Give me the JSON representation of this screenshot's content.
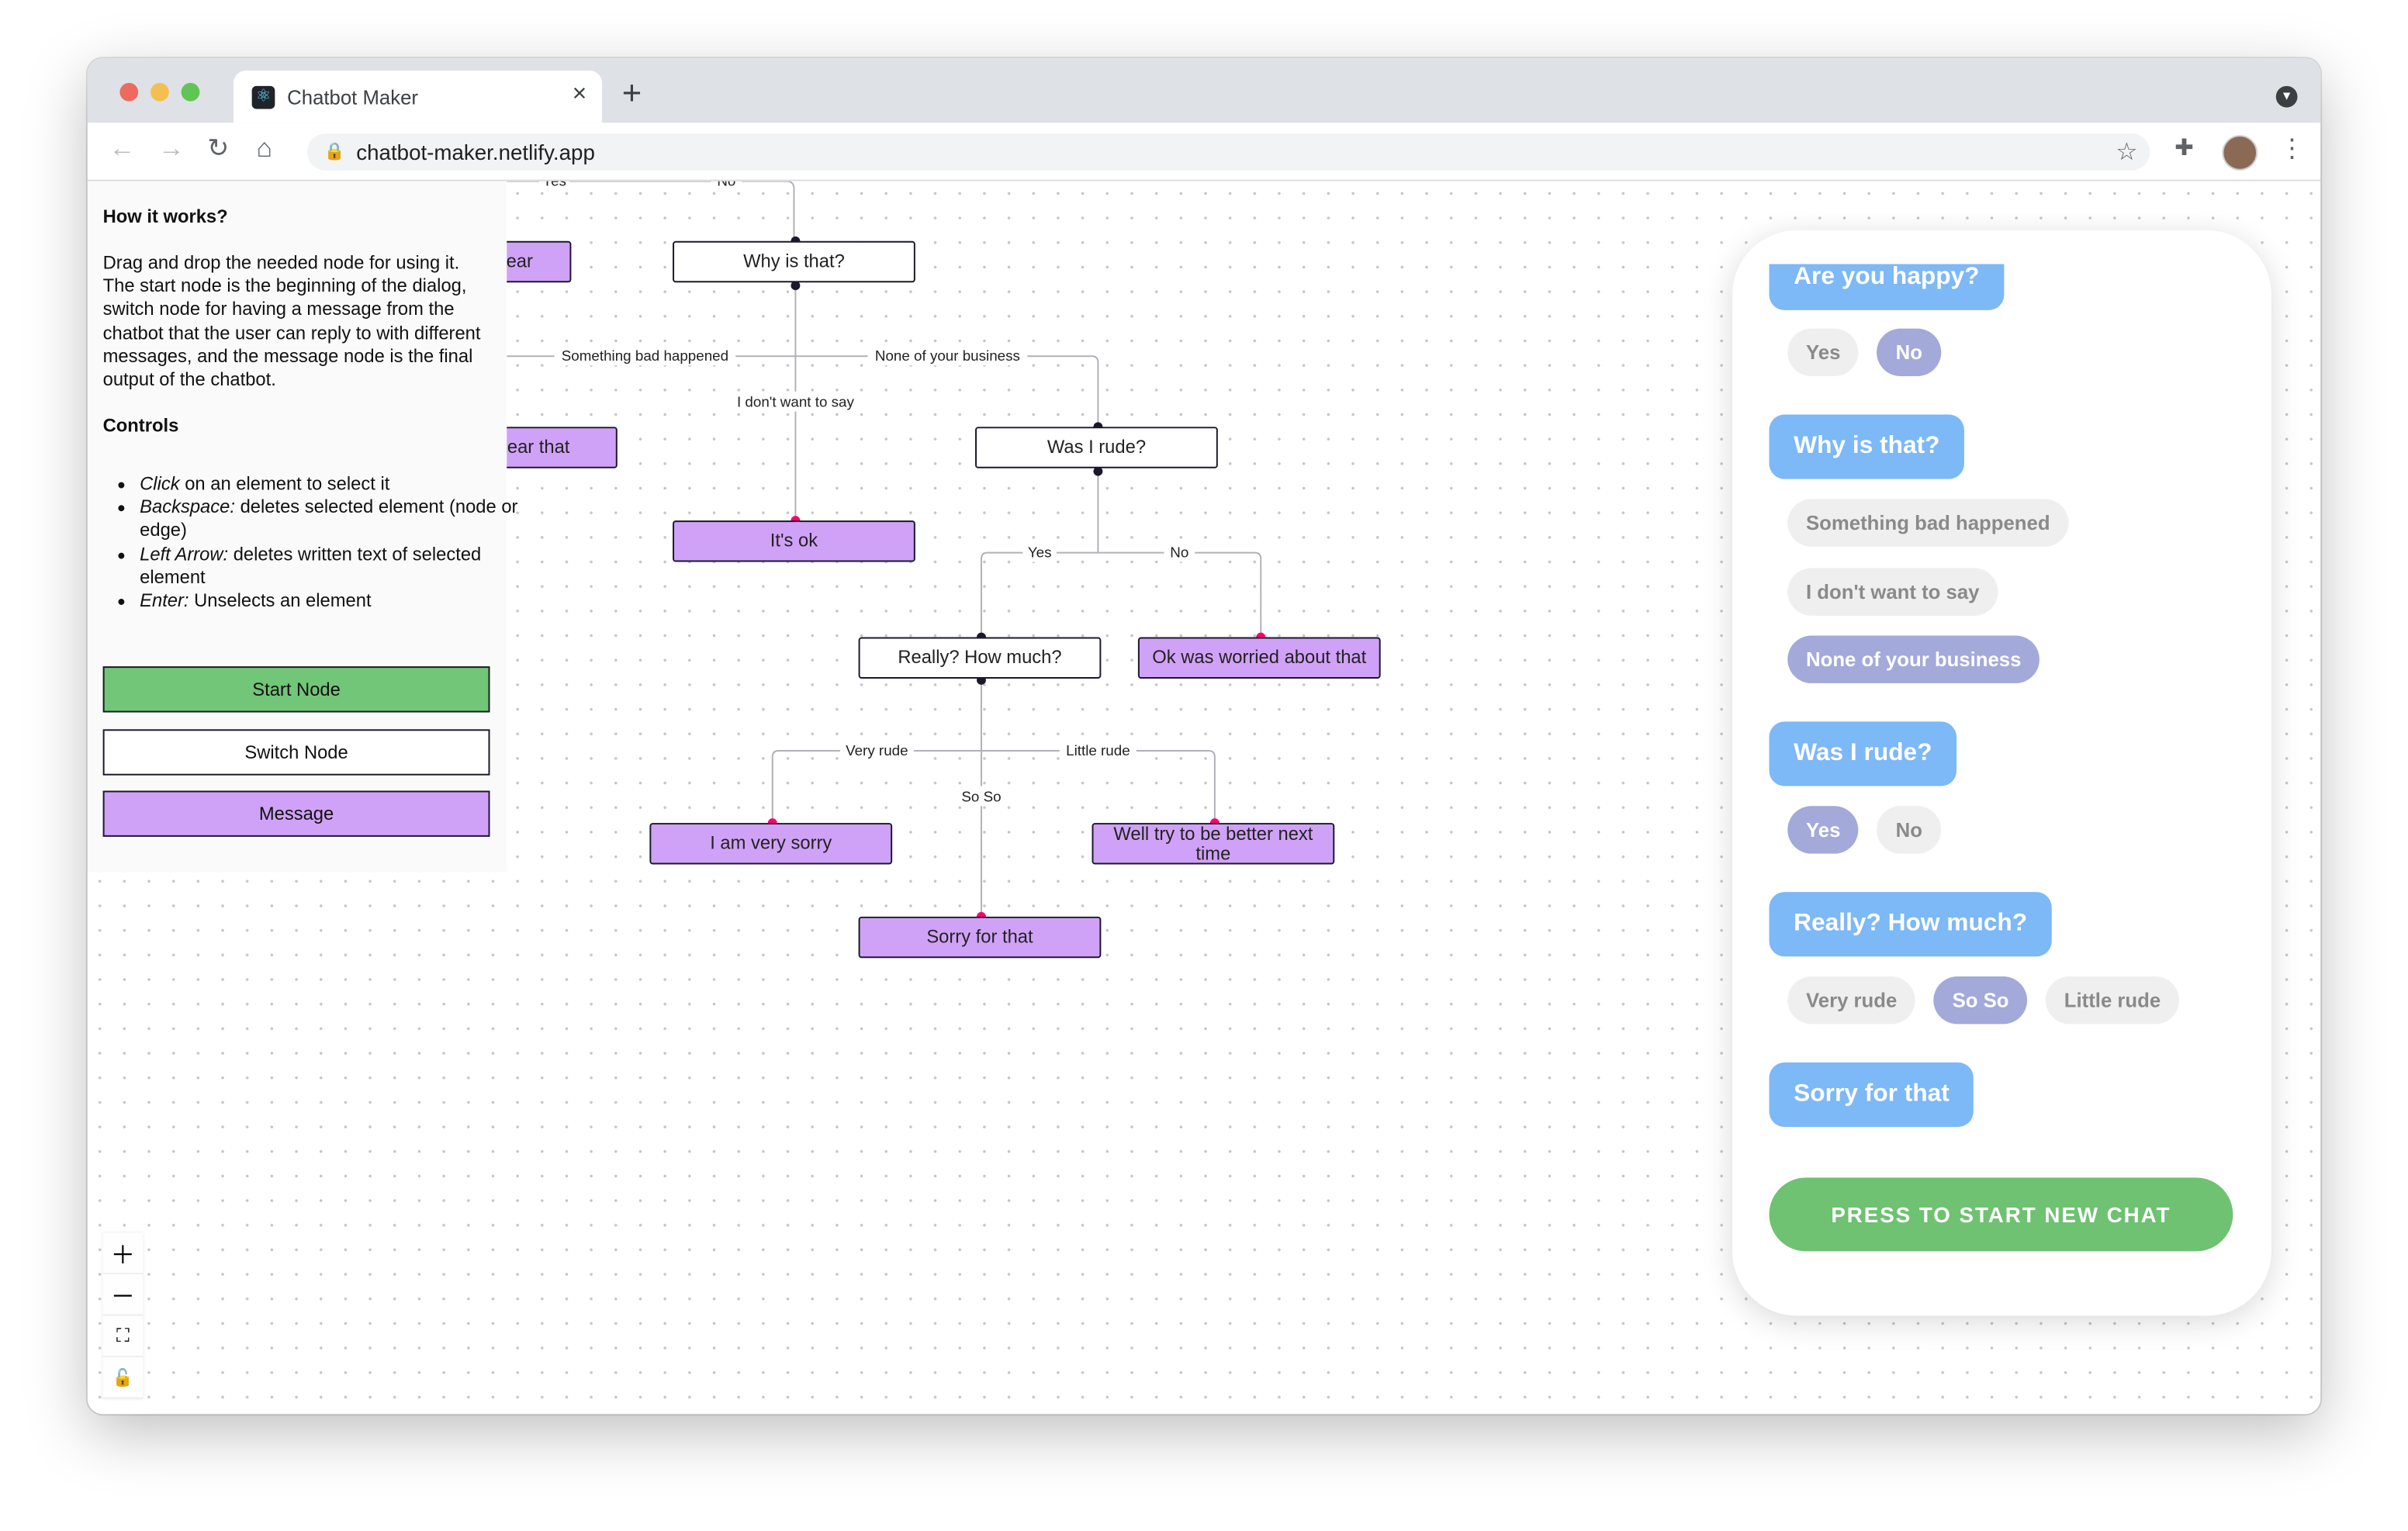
{
  "browser": {
    "tab_title": "Chatbot Maker",
    "url": "chatbot-maker.netlify.app",
    "new_tab": "+",
    "close_tab": "×"
  },
  "panel": {
    "how_title": "How it works?",
    "how_text": "Drag and drop the needed node for using it. The start node is the beginning of the dialog, switch node for having a message from the chatbot that the user can reply to with different messages, and the message node is the final output of the chatbot.",
    "controls_title": "Controls",
    "controls": [
      {
        "key": "Click",
        "text": " on an element to select it"
      },
      {
        "key": "Backspace:",
        "text": " deletes selected element (node or edge)"
      },
      {
        "key": "Left Arrow:",
        "text": " deletes written text of selected element"
      },
      {
        "key": "Enter:",
        "text": " Unselects an element"
      }
    ],
    "buttons": {
      "start": "Start Node",
      "switch": "Switch Node",
      "message": "Message"
    }
  },
  "colors": {
    "start": "#72c677",
    "message": "#d0a2f7",
    "bot_bubble": "#7db8f7",
    "selected_chip": "#a3a9d9",
    "new_chat": "#6ec271"
  },
  "flow": {
    "nodes": {
      "hear": "ear",
      "hear_that": "ear that",
      "why": "Why is that?",
      "its_ok": "It's ok",
      "rude": "Was I rude?",
      "how_much": "Really? How much?",
      "worried": "Ok was worried about that",
      "very_sorry": "I am very sorry",
      "better": "Well try to be better next time",
      "sorry": "Sorry for that"
    },
    "edges": {
      "yes_top": "Yes",
      "no_top": "No",
      "something_bad": "Something bad happened",
      "dont_want": "I don't want to say",
      "none_business": "None of your business",
      "yes": "Yes",
      "no": "No",
      "very_rude": "Very rude",
      "so_so": "So So",
      "little_rude": "Little rude"
    }
  },
  "chat": {
    "messages": [
      {
        "bot": "Are you happy?",
        "options": [
          "Yes",
          "No"
        ],
        "selected": "No"
      },
      {
        "bot": "Why is that?",
        "options": [
          "Something bad happened",
          "I don't want to say",
          "None of your business"
        ],
        "selected": "None of your business"
      },
      {
        "bot": "Was I rude?",
        "options": [
          "Yes",
          "No"
        ],
        "selected": "Yes"
      },
      {
        "bot": "Really? How much?",
        "options": [
          "Very rude",
          "So So",
          "Little rude"
        ],
        "selected": "So So"
      },
      {
        "bot": "Sorry for that"
      }
    ],
    "new_chat_button": "PRESS TO START NEW CHAT"
  }
}
